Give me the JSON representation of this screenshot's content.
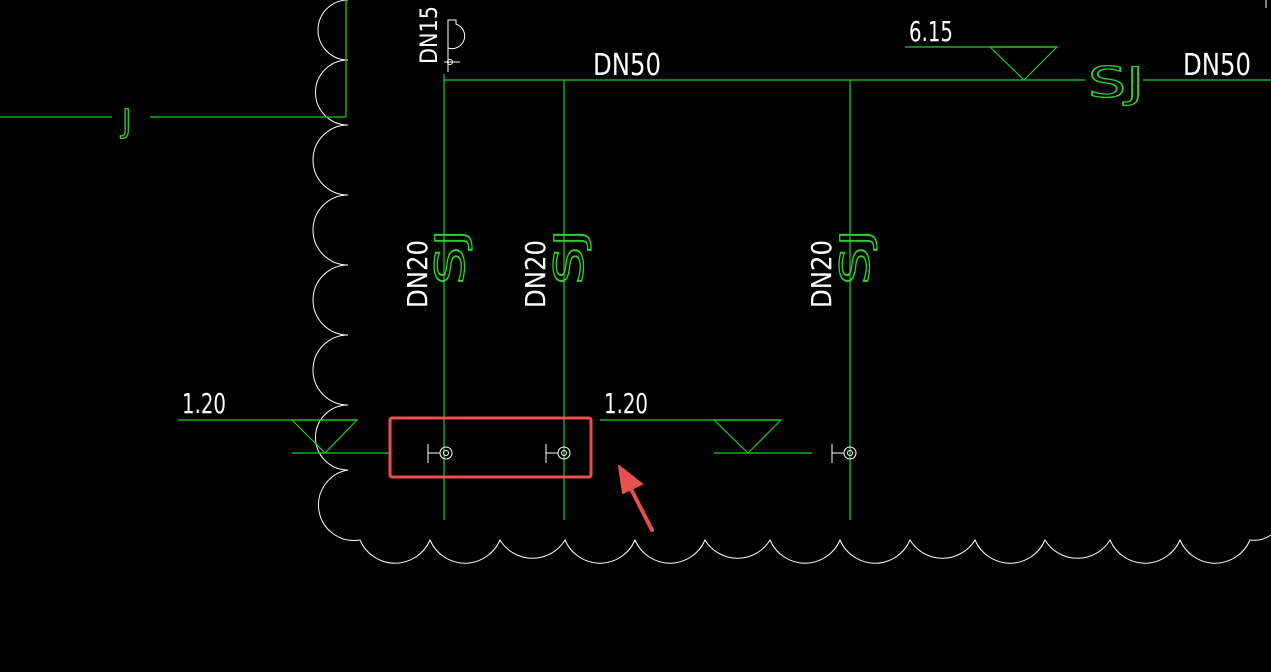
{
  "drawing": {
    "labels": {
      "pipe_main_left": "DN50",
      "pipe_main_right": "DN50",
      "pipe_top_vertical": "DN15",
      "branch_1": "DN20",
      "branch_2": "DN20",
      "branch_3": "DN20",
      "level_top": "6.15",
      "level_left": "1.20",
      "level_mid": "1.20",
      "sj_main": "SJ",
      "sj_branch_1": "SJ",
      "sj_branch_2": "SJ",
      "sj_branch_3": "SJ",
      "j_left": "J"
    },
    "colors": {
      "background": "#000000",
      "pipe": "#1fcf1f",
      "text": "#ffffff",
      "highlight_box": "#e8504f",
      "arrow": "#e8504f"
    },
    "icons": [
      "faucet-icon",
      "valve-icon",
      "level-marker-icon",
      "callout-arrow-icon"
    ]
  }
}
